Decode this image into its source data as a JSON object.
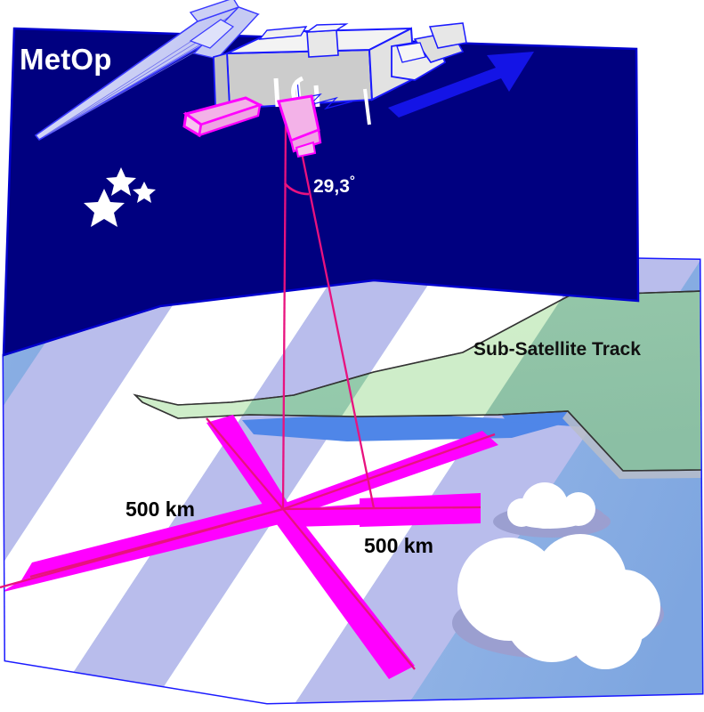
{
  "diagram": {
    "title": "MetOp satellite swath geometry diagram",
    "satellite_name": "MetOp",
    "track_label": "Sub-Satellite Track",
    "swath_label_left": "500 km",
    "swath_label_right": "500 km",
    "angle_value": "29,3",
    "angle_unit": "°"
  },
  "colors": {
    "space_navy": "#000080",
    "space_outline": "#0000cd",
    "ocean_blue": "#7ea6e0",
    "ocean_blue_dark": "#6e9ada",
    "ocean_deep": "#4f86e8",
    "land_green": "#8fc3a8",
    "land_green_light": "#c8f0c0",
    "swath_white": "#ffffff",
    "swath_lavender": "#b9bdec",
    "magenta": "#ff00ff",
    "magenta_line": "#e8127f",
    "instrument_pink": "#f3b2e8",
    "satellite_grey": "#cccccc",
    "satellite_grey_light": "#eeeeee",
    "satellite_outline": "#1a1aff",
    "solar_panel": "#ccd0f5",
    "arrow_blue": "#1414e6",
    "star_white": "#ffffff",
    "cloud_white": "#ffffff",
    "cloud_shadow": "#9b9fd0",
    "label_black": "#111111"
  },
  "chart_data": {
    "type": "diagram",
    "title": "MetOp",
    "annotations": [
      {
        "name": "satellite-name",
        "text": "MetOp"
      },
      {
        "name": "scan-angle",
        "text": "29,3°",
        "value": 29.3,
        "unit": "degrees"
      },
      {
        "name": "swath-width-left",
        "text": "500 km",
        "value": 500,
        "unit": "km"
      },
      {
        "name": "swath-width-right",
        "text": "500 km",
        "value": 500,
        "unit": "km"
      },
      {
        "name": "ground-track",
        "text": "Sub-Satellite Track"
      }
    ]
  }
}
